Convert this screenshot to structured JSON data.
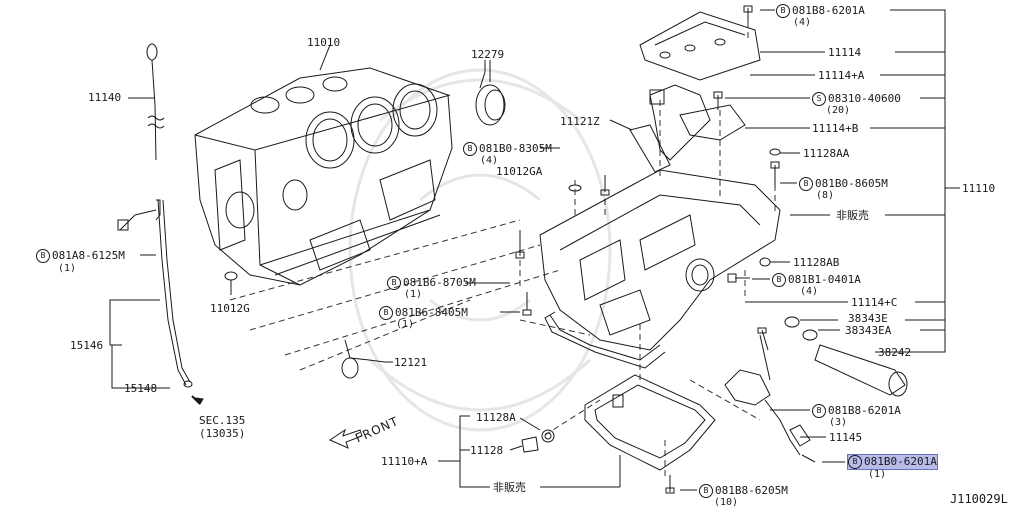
{
  "diagram_code": "J110029L",
  "front_label": "FRONT",
  "callouts": [
    {
      "id": "11010",
      "text": "11010"
    },
    {
      "id": "12279",
      "text": "12279"
    },
    {
      "id": "11140",
      "text": "11140"
    },
    {
      "id": "11012g",
      "text": "11012G"
    },
    {
      "id": "15146",
      "text": "15146"
    },
    {
      "id": "15148",
      "text": "15148"
    },
    {
      "id": "sec135",
      "text": "SEC.135"
    },
    {
      "id": "sec135code",
      "text": "(13035)"
    },
    {
      "id": "081a8_6125m",
      "text": "081A8-6125M",
      "qty": "(1)",
      "prefix": "B"
    },
    {
      "id": "081b0_8305m",
      "text": "081B0-8305M",
      "qty": "(4)",
      "prefix": "B"
    },
    {
      "id": "11012ga",
      "text": "11012GA"
    },
    {
      "id": "11121z",
      "text": "11121Z"
    },
    {
      "id": "081b6_8705m",
      "text": "081B6-8705M",
      "qty": "(1)",
      "prefix": "B"
    },
    {
      "id": "081b6_8405m",
      "text": "081B6-8405M",
      "qty": "(1)",
      "prefix": "B"
    },
    {
      "id": "12121",
      "text": "12121"
    },
    {
      "id": "081b8_6201a_top",
      "text": "081B8-6201A",
      "qty": "(4)",
      "prefix": "B"
    },
    {
      "id": "11114",
      "text": "11114"
    },
    {
      "id": "11114a",
      "text": "11114+A"
    },
    {
      "id": "08310_40600",
      "text": "08310-40600",
      "qty": "(20)",
      "prefix": "S"
    },
    {
      "id": "11114b",
      "text": "11114+B"
    },
    {
      "id": "11128aa",
      "text": "11128AA"
    },
    {
      "id": "081b0_8605m",
      "text": "081B0-8605M",
      "qty": "(8)",
      "prefix": "B"
    },
    {
      "id": "11110",
      "text": "11110"
    },
    {
      "id": "hihanbai1",
      "text": "非販売"
    },
    {
      "id": "11128ab",
      "text": "11128AB"
    },
    {
      "id": "081b1_0401a",
      "text": "081B1-0401A",
      "qty": "(4)",
      "prefix": "B"
    },
    {
      "id": "11114c",
      "text": "11114+C"
    },
    {
      "id": "38343e",
      "text": "38343E"
    },
    {
      "id": "38343ea",
      "text": "38343EA"
    },
    {
      "id": "38242",
      "text": "38242"
    },
    {
      "id": "081b8_6201a_mid",
      "text": "081B8-6201A",
      "qty": "(3)",
      "prefix": "B"
    },
    {
      "id": "11145",
      "text": "11145"
    },
    {
      "id": "081b0_6201a",
      "text": "081B0-6201A",
      "qty": "(1)",
      "prefix": "B"
    },
    {
      "id": "11128a",
      "text": "11128A"
    },
    {
      "id": "11128",
      "text": "11128"
    },
    {
      "id": "11110a",
      "text": "11110+A"
    },
    {
      "id": "hihanbai2",
      "text": "非販売"
    },
    {
      "id": "081b8_6205m",
      "text": "081B8-6205M",
      "qty": "(10)",
      "prefix": "B"
    }
  ]
}
